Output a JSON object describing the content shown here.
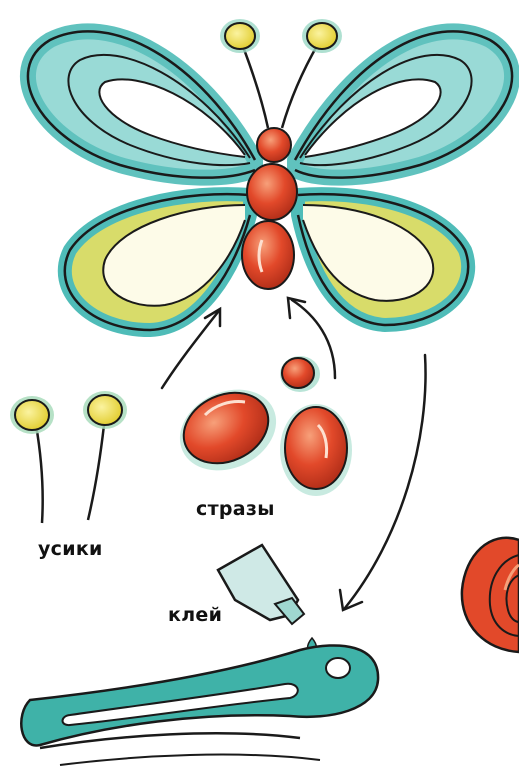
{
  "labels": {
    "antennae": "усики",
    "rhinestones": "стразы",
    "glue": "клей"
  },
  "colors": {
    "teal": "#4fbcb8",
    "teal_light": "#8fd6d2",
    "yellow_green": "#d8dc6a",
    "rhinestone_red": "#e2492a",
    "antenna_yellow": "#e9d64a",
    "ink": "#1a1a1a",
    "clip_teal": "#3fb2a8"
  }
}
